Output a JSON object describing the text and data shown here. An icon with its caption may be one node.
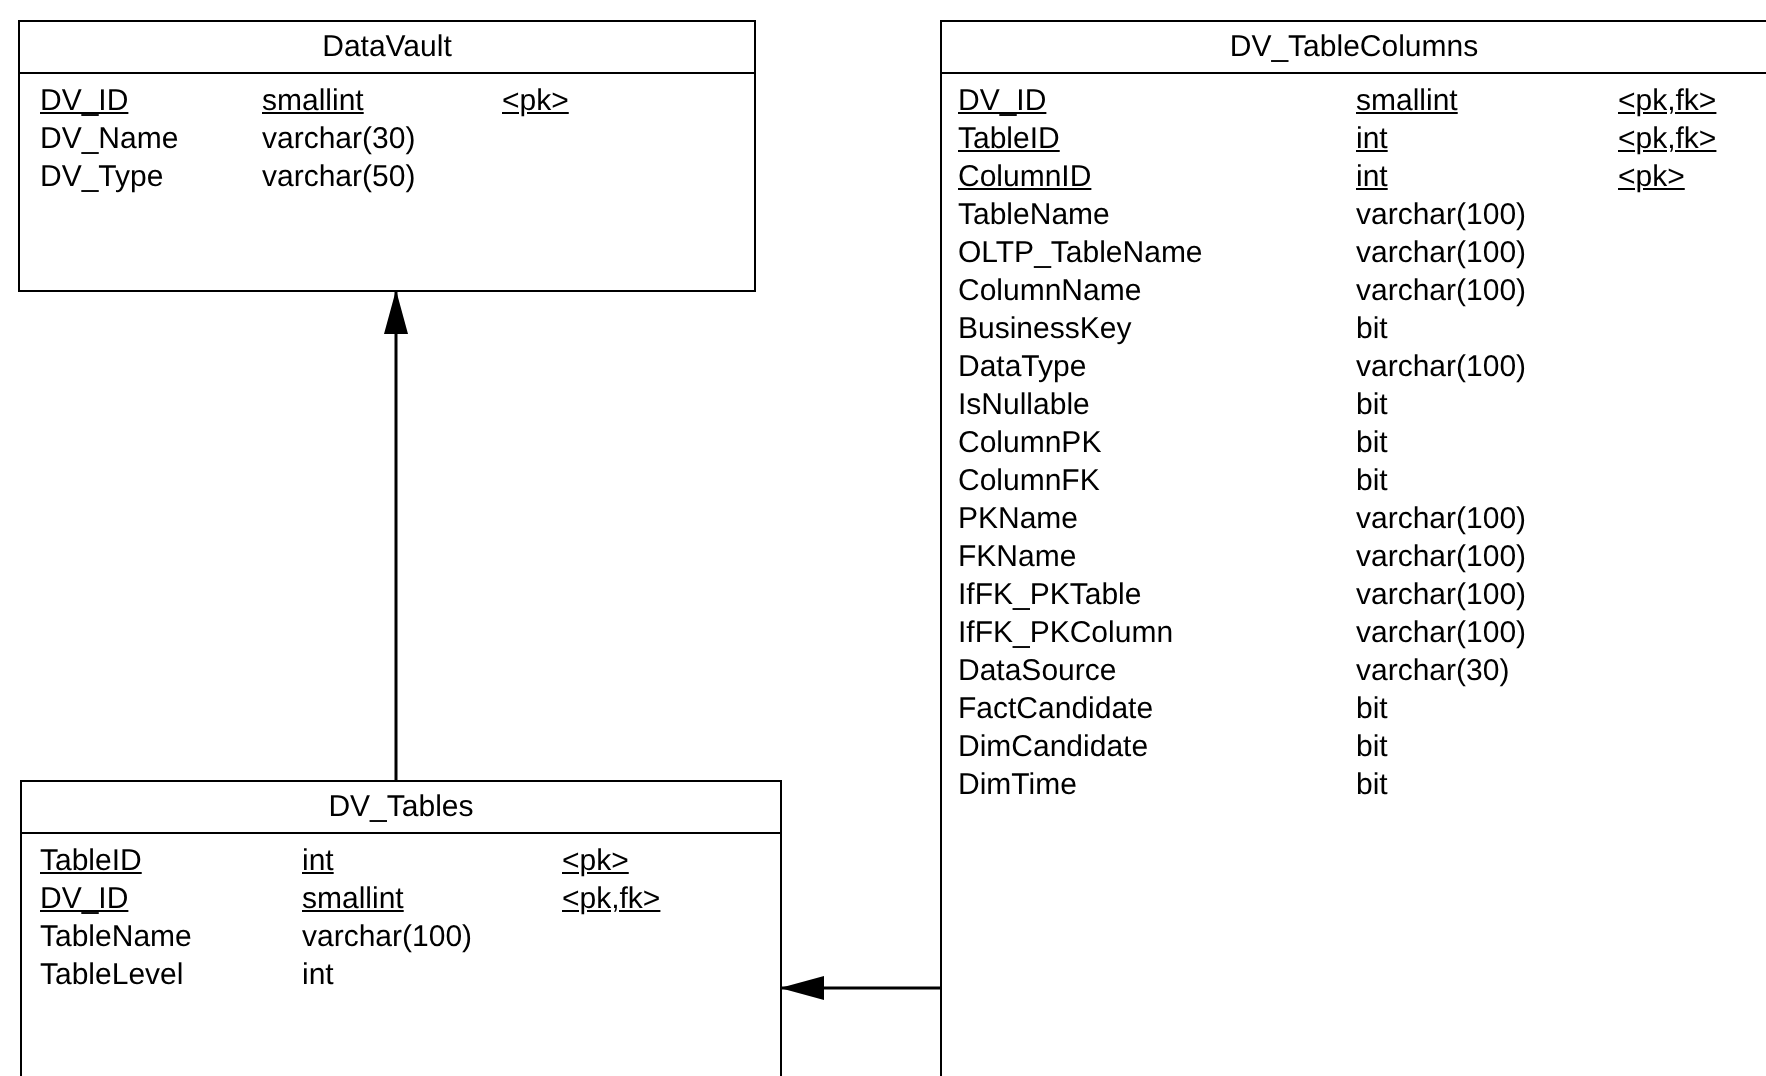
{
  "diagram": {
    "nodes": [
      {
        "text": [
          "DataVault",
          "DV_ID",
          "smallint",
          "<pk>",
          "DV_Name",
          "varchar(30)",
          "DV_Type",
          "varchar(50)"
        ]
      },
      {
        "text": [
          "DV_TableColumns",
          "DV_ID",
          "smallint",
          "<pk,fk>",
          "TableID",
          "int",
          "<pk,fk>",
          "ColumnID",
          "int",
          "<pk>",
          "TableName",
          "varchar(100)",
          "OLTP_TableName",
          "varchar(100)",
          "ColumnName",
          "varchar(100)",
          "BusinessKey",
          "bit",
          "DataType",
          "varchar(100)",
          "IsNullable",
          "bit",
          "ColumnPK",
          "bit",
          "ColumnFK",
          "bit",
          "PKName",
          "varchar(100)",
          "FKName",
          "varchar(100)",
          "IfFK_PKTable",
          "varchar(100)",
          "IfFK_PKColumn",
          "varchar(100)",
          "DataSource",
          "varchar(30)",
          "FactCandidate",
          "bit",
          "DimCandidate",
          "bit",
          "DimTime",
          "bit"
        ]
      },
      {
        "text": [
          "DV_Tables",
          "TableID",
          "int",
          "<pk>",
          "DV_ID",
          "smallint",
          "<pk,fk>",
          "TableName",
          "varchar(100)",
          "TableLevel",
          "int"
        ]
      }
    ],
    "edges": [
      {
        "from": 2,
        "to": 0,
        "arrow": "to"
      },
      {
        "from": 1,
        "to": 2,
        "arrow": "to"
      }
    ]
  }
}
